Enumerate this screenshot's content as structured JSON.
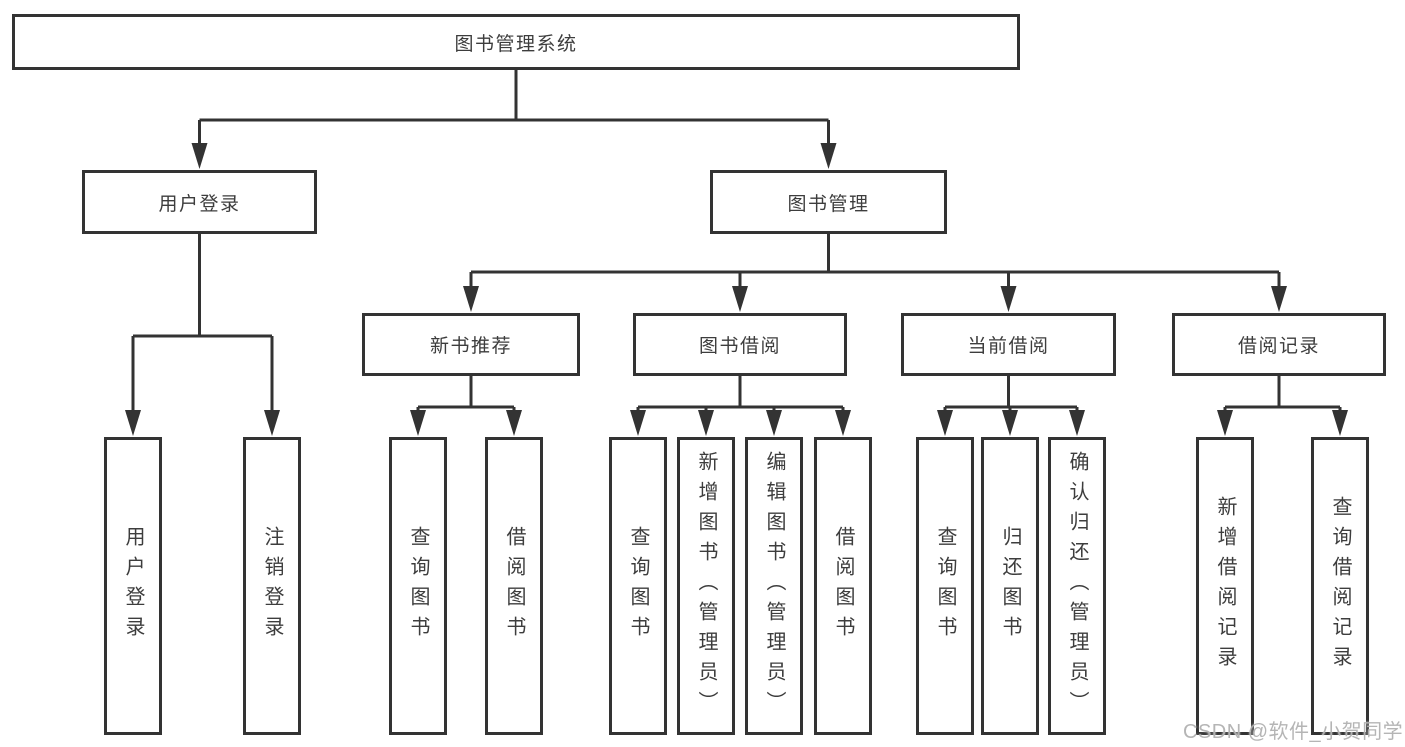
{
  "tree": {
    "label": "图书管理系统",
    "children": [
      {
        "label": "用户登录",
        "children": [
          {
            "label": "用户登录"
          },
          {
            "label": "注销登录"
          }
        ]
      },
      {
        "label": "图书管理",
        "children": [
          {
            "label": "新书推荐",
            "children": [
              {
                "label": "查询图书"
              },
              {
                "label": "借阅图书"
              }
            ]
          },
          {
            "label": "图书借阅",
            "children": [
              {
                "label": "查询图书"
              },
              {
                "label": "新增图书（管理员）"
              },
              {
                "label": "编辑图书（管理员）"
              },
              {
                "label": "借阅图书"
              }
            ]
          },
          {
            "label": "当前借阅",
            "children": [
              {
                "label": "查询图书"
              },
              {
                "label": "归还图书"
              },
              {
                "label": "确认归还（管理员）"
              }
            ]
          },
          {
            "label": "借阅记录",
            "children": [
              {
                "label": "新增借阅记录"
              },
              {
                "label": "查询借阅记录"
              }
            ]
          }
        ]
      }
    ]
  },
  "watermark": {
    "text": "CSDN @软件_小贺同学"
  },
  "colors": {
    "line": "#333333",
    "box_border": "#333333",
    "text": "#3d3d3d",
    "watermark": "#b1b1b1",
    "background": "#ffffff"
  }
}
